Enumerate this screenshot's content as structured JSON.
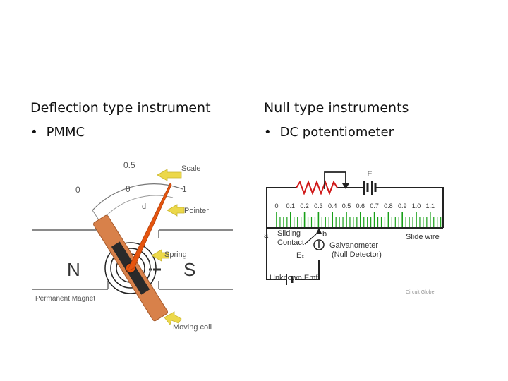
{
  "left": {
    "heading": "Deflection type instrument",
    "bullet": "PMMC",
    "diagram": {
      "scale_top": "0.5",
      "scale_left": "0",
      "scale_right": "1",
      "theta": "θ",
      "d": "d",
      "label_scale": "Scale",
      "label_pointer": "Pointer",
      "label_spring": "Spring",
      "label_magnet": "Permanent Magnet",
      "label_coil": "Moving coil",
      "pole_n": "N",
      "pole_s": "S"
    }
  },
  "right": {
    "heading": "Null type instruments",
    "bullet": "DC potentiometer",
    "diagram": {
      "battery": "E",
      "ticks": [
        "0",
        "0.1",
        "0.2",
        "0.3",
        "0.4",
        "0.5",
        "0.6",
        "0.7",
        "0.8",
        "0.9",
        "1.0",
        "1.1"
      ],
      "node_a": "a",
      "node_b": "b",
      "sliding_contact_1": "Sliding",
      "sliding_contact_2": "Contact",
      "galvanometer_1": "Galvanometer",
      "galvanometer_2": "(Null Detector)",
      "ex": "Eₓ",
      "unknown_emf": "Unknown Emf",
      "slide_wire": "Slide wire",
      "watermark": "Circuit Globe"
    }
  },
  "colors": {
    "coil": "#d8814a",
    "pointer": "#e5540e",
    "resistor": "#d01818",
    "arrow": "#ecd84a",
    "scale_tick": "#18a018"
  }
}
